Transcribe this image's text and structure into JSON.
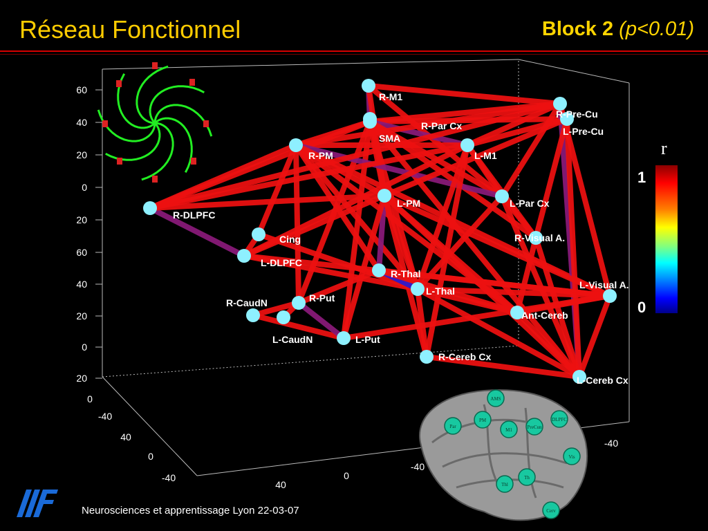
{
  "header": {
    "title": "Réseau Fonctionnel",
    "block_label": "Block 2",
    "p_open": " (",
    "p_value": "p<0.01",
    "p_close": ")"
  },
  "colorbar": {
    "symbol": "r",
    "max_label": "1",
    "min_label": "0"
  },
  "footer": {
    "text": "Neurosciences et apprentissage Lyon 22-03-07"
  },
  "axes": {
    "left_ticks": [
      "60",
      "40",
      "20",
      "0",
      "20",
      "60",
      "40",
      "20",
      "0",
      "20"
    ],
    "bottom_ticks": [
      "0",
      "-40",
      "40",
      "0",
      "-40",
      "40",
      "0",
      "-40",
      "-40"
    ]
  },
  "nodes": [
    {
      "id": "R-M1",
      "label": "R-M1"
    },
    {
      "id": "R-Pre-Cu",
      "label": "R-Pre-Cu"
    },
    {
      "id": "L-Pre-Cu",
      "label": "L-Pre-Cu"
    },
    {
      "id": "R-Par Cx",
      "label": "R-Par Cx"
    },
    {
      "id": "SMA",
      "label": "SMA"
    },
    {
      "id": "R-PM",
      "label": "R-PM"
    },
    {
      "id": "L-M1",
      "label": "L-M1"
    },
    {
      "id": "L-PM",
      "label": "L-PM"
    },
    {
      "id": "L-Par Cx",
      "label": "L-Par Cx"
    },
    {
      "id": "R-DLPFC",
      "label": "R-DLPFC"
    },
    {
      "id": "Cing",
      "label": "Cing"
    },
    {
      "id": "R-Visual A.",
      "label": "R-Visual A."
    },
    {
      "id": "L-DLPFC",
      "label": "L-DLPFC"
    },
    {
      "id": "R-Thal",
      "label": "R-Thal"
    },
    {
      "id": "L-Thal",
      "label": "L-Thal"
    },
    {
      "id": "L-Visual A.",
      "label": "L-Visual A."
    },
    {
      "id": "R-CaudN",
      "label": "R-CaudN"
    },
    {
      "id": "R-Put",
      "label": "R-Put"
    },
    {
      "id": "Ant-Cereb",
      "label": "Ant-Cereb"
    },
    {
      "id": "L-CaudN",
      "label": "L-CaudN"
    },
    {
      "id": "L-Put",
      "label": "L-Put"
    },
    {
      "id": "R-Cereb Cx",
      "label": "R-Cereb Cx"
    },
    {
      "id": "L-Cereb Cx",
      "label": "L-Cereb Cx"
    }
  ],
  "edges": [
    [
      "R-M1",
      "SMA",
      "violet"
    ],
    [
      "R-M1",
      "R-Pre-Cu",
      "red"
    ],
    [
      "R-M1",
      "L-Par Cx",
      "red"
    ],
    [
      "R-M1",
      "L-PM",
      "red"
    ],
    [
      "SMA",
      "R-Pre-Cu",
      "red"
    ],
    [
      "SMA",
      "L-Pre-Cu",
      "red"
    ],
    [
      "SMA",
      "L-M1",
      "violet"
    ],
    [
      "SMA",
      "R-PM",
      "red"
    ],
    [
      "SMA",
      "R-DLPFC",
      "red"
    ],
    [
      "SMA",
      "L-PM",
      "red"
    ],
    [
      "SMA",
      "L-Par Cx",
      "red"
    ],
    [
      "SMA",
      "R-Visual A.",
      "red"
    ],
    [
      "SMA",
      "L-Thal",
      "red"
    ],
    [
      "SMA",
      "R-Put",
      "red"
    ],
    [
      "SMA",
      "L-Put",
      "red"
    ],
    [
      "SMA",
      "L-Cereb Cx",
      "red"
    ],
    [
      "R-PM",
      "R-Pre-Cu",
      "red"
    ],
    [
      "R-PM",
      "L-M1",
      "red"
    ],
    [
      "R-PM",
      "R-DLPFC",
      "red"
    ],
    [
      "R-PM",
      "L-PM",
      "red"
    ],
    [
      "R-PM",
      "L-Par Cx",
      "violet"
    ],
    [
      "R-PM",
      "R-Thal",
      "red"
    ],
    [
      "R-PM",
      "L-Thal",
      "red"
    ],
    [
      "R-PM",
      "Cing",
      "red"
    ],
    [
      "R-PM",
      "L-Visual A.",
      "red"
    ],
    [
      "R-PM",
      "Ant-Cereb",
      "red"
    ],
    [
      "R-PM",
      "R-Put",
      "red"
    ],
    [
      "R-DLPFC",
      "L-DLPFC",
      "violet"
    ],
    [
      "R-DLPFC",
      "R-Pre-Cu",
      "red"
    ],
    [
      "R-DLPFC",
      "L-M1",
      "red"
    ],
    [
      "R-DLPFC",
      "L-PM",
      "red"
    ],
    [
      "L-M1",
      "L-Pre-Cu",
      "red"
    ],
    [
      "L-M1",
      "R-Pre-Cu",
      "red"
    ],
    [
      "L-M1",
      "L-Par Cx",
      "red"
    ],
    [
      "L-M1",
      "L-Thal",
      "red"
    ],
    [
      "L-M1",
      "L-DLPFC",
      "red"
    ],
    [
      "L-M1",
      "R-Cereb Cx",
      "red"
    ],
    [
      "L-M1",
      "R-Visual A.",
      "red"
    ],
    [
      "R-Pre-Cu",
      "L-Cereb Cx",
      "violet"
    ],
    [
      "R-Pre-Cu",
      "L-Visual A.",
      "red"
    ],
    [
      "R-Pre-Cu",
      "L-Par Cx",
      "red"
    ],
    [
      "L-Pre-Cu",
      "L-Cereb Cx",
      "red"
    ],
    [
      "L-Pre-Cu",
      "R-Visual A.",
      "red"
    ],
    [
      "L-Pre-Cu",
      "L-PM",
      "red"
    ],
    [
      "L-PM",
      "L-DLPFC",
      "red"
    ],
    [
      "L-PM",
      "R-Thal",
      "violet"
    ],
    [
      "L-PM",
      "L-Put",
      "red"
    ],
    [
      "L-PM",
      "L-Thal",
      "red"
    ],
    [
      "L-PM",
      "Ant-Cereb",
      "red"
    ],
    [
      "L-PM",
      "L-Visual A.",
      "red"
    ],
    [
      "L-PM",
      "R-Cereb Cx",
      "red"
    ],
    [
      "L-PM",
      "L-Cereb Cx",
      "red"
    ],
    [
      "L-Par Cx",
      "R-Visual A.",
      "red"
    ],
    [
      "L-Par Cx",
      "L-Thal",
      "red"
    ],
    [
      "L-Par Cx",
      "L-Cereb Cx",
      "red"
    ],
    [
      "Cing",
      "L-DLPFC",
      "red"
    ],
    [
      "Cing",
      "L-Thal",
      "red"
    ],
    [
      "L-DLPFC",
      "L-Visual A.",
      "red"
    ],
    [
      "L-DLPFC",
      "L-Thal",
      "red"
    ],
    [
      "R-Thal",
      "L-Thal",
      "blue"
    ],
    [
      "R-Thal",
      "L-Visual A.",
      "red"
    ],
    [
      "R-Thal",
      "Ant-Cereb",
      "red"
    ],
    [
      "R-Thal",
      "R-Put",
      "red"
    ],
    [
      "L-Thal",
      "R-Cereb Cx",
      "red"
    ],
    [
      "L-Thal",
      "L-Cereb Cx",
      "red"
    ],
    [
      "L-Thal",
      "L-Visual A.",
      "red"
    ],
    [
      "L-Thal",
      "Ant-Cereb",
      "red"
    ],
    [
      "R-Visual A.",
      "L-Cereb Cx",
      "red"
    ],
    [
      "R-Visual A.",
      "Ant-Cereb",
      "red"
    ],
    [
      "L-Visual A.",
      "L-Cereb Cx",
      "red"
    ],
    [
      "L-Visual A.",
      "Ant-Cereb",
      "red"
    ],
    [
      "Ant-Cereb",
      "L-Cereb Cx",
      "red"
    ],
    [
      "R-Cereb Cx",
      "L-Cereb Cx",
      "red"
    ],
    [
      "R-CaudN",
      "R-Put",
      "red"
    ],
    [
      "R-CaudN",
      "L-Put",
      "red"
    ],
    [
      "L-CaudN",
      "R-Put",
      "red"
    ],
    [
      "R-Put",
      "L-Put",
      "violet"
    ],
    [
      "L-Put",
      "L-Visual A.",
      "red"
    ]
  ],
  "brain_labels": [
    "AMS",
    "PM",
    "M1",
    "Par",
    "PreCun",
    "DLPFC",
    "Vis",
    "Thl",
    "Th",
    "Cerv"
  ],
  "colors": {
    "red": "#ee1111",
    "violet": "#8a1a7a",
    "blue": "#2a1ad0",
    "node": "#8ef0ff",
    "title": "#ffcc00"
  }
}
